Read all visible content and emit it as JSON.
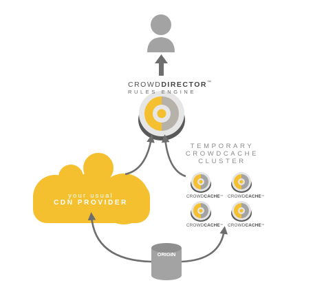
{
  "colors": {
    "yellow": "#f4c02f",
    "gray": "#a3a3a3",
    "dark_gray": "#5c5c5c",
    "arrow": "#6e6e6e"
  },
  "icons": [
    "user-icon",
    "rules-engine-disc-icon",
    "cloud-icon",
    "crowdcache-icon",
    "origin-database-icon"
  ],
  "director": {
    "brand_light": "CROWD",
    "brand_bold": "DIRECTOR",
    "trademark": "™",
    "subtitle": "RULES ENGINE"
  },
  "cluster": {
    "title_lines": [
      "TEMPORARY",
      "CROWDCACHE",
      "CLUSTER"
    ],
    "node_label_light": "CROWD",
    "node_label_bold": "CACHE",
    "node_trademark": "™",
    "node_count": 4
  },
  "cdn": {
    "line1": "your usual",
    "line2": "CDN PROVIDER"
  },
  "origin": {
    "label": "ORIGIN"
  }
}
